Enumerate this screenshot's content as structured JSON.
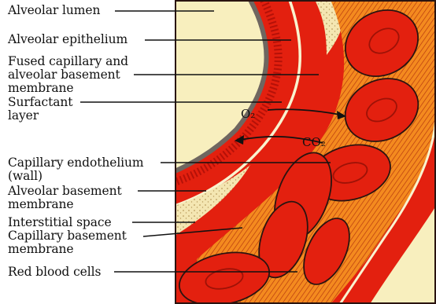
{
  "figure": {
    "labels": [
      {
        "id": "alveolar-lumen",
        "text": "Alveolar lumen"
      },
      {
        "id": "alveolar-epithelium",
        "text": "Alveolar epithelium"
      },
      {
        "id": "fused-membrane",
        "text": "Fused capillary and\nalveolar basement\nmembrane"
      },
      {
        "id": "surfactant-layer",
        "text": "Surfactant\nlayer"
      },
      {
        "id": "capillary-endothelium",
        "text": "Capillary endothelium\n(wall)"
      },
      {
        "id": "alveolar-basement-membrane",
        "text": "Alveolar basement\nmembrane"
      },
      {
        "id": "interstitial-space",
        "text": "Interstitial space"
      },
      {
        "id": "capillary-basement-membrane",
        "text": "Capillary  basement\nmembrane"
      },
      {
        "id": "red-blood-cells",
        "text": "Red blood cells"
      }
    ],
    "gas_labels": {
      "oxygen": "O₂",
      "carbon_dioxide": "CO₂"
    },
    "colors": {
      "alveolar_space": "#f8efbe",
      "tissue_red": "#e3200f",
      "dark_red": "#b51108",
      "orange_tissue": "#f26a1c",
      "surfactant": "#f9f3cf",
      "outline": "#2a1410",
      "gray_lining": "#6f6660"
    }
  }
}
